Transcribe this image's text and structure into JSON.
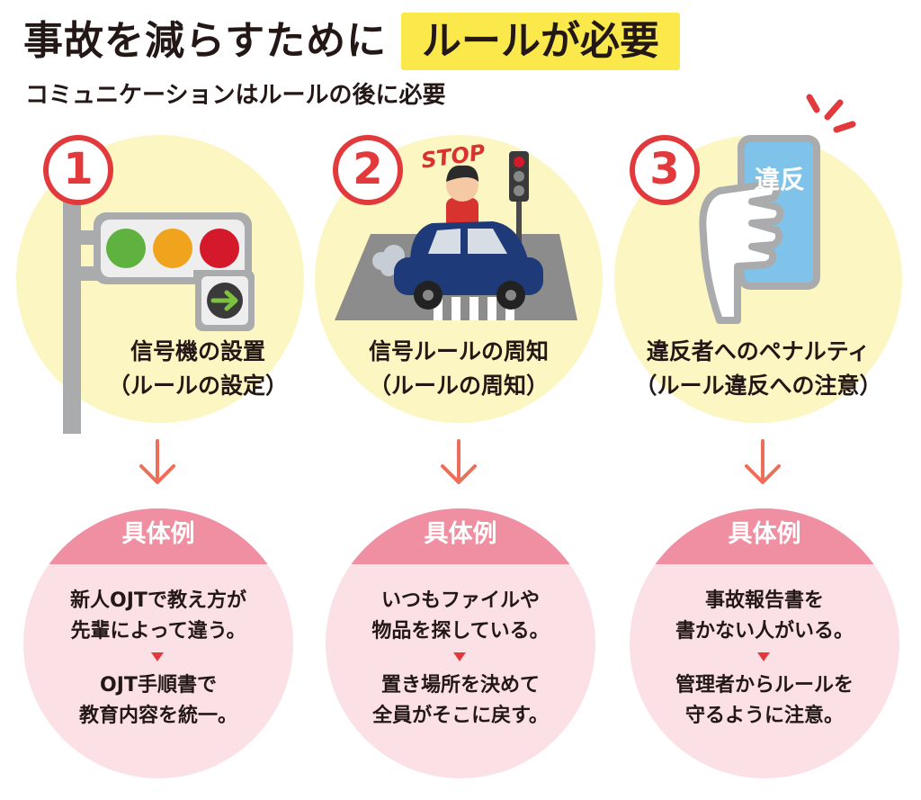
{
  "header": {
    "title": "事故を減らすために",
    "highlight": "ルールが必要",
    "subtitle": "コミュニケーションはルールの後に必要"
  },
  "steps": [
    {
      "number": "1",
      "line1": "信号機の設置",
      "line2": "（ルールの設定）"
    },
    {
      "number": "2",
      "line1": "信号ルールの周知",
      "line2": "（ルールの周知）",
      "stop_label": "STOP"
    },
    {
      "number": "3",
      "line1": "違反者へのペナルティ",
      "line2": "（ルール違反への注意）",
      "card_label": "違反"
    }
  ],
  "examples": [
    {
      "caption": "具体例",
      "problem": [
        "新人OJTで教え方が",
        "先輩によって違う。"
      ],
      "solution": [
        "OJT手順書で",
        "教育内容を統一。"
      ]
    },
    {
      "caption": "具体例",
      "problem": [
        "いつもファイルや",
        "物品を探している。"
      ],
      "solution": [
        "置き場所を決めて",
        "全員がそこに戻す。"
      ]
    },
    {
      "caption": "具体例",
      "problem": [
        "事故報告書を",
        "書かない人がいる。"
      ],
      "solution": [
        "管理者からルールを",
        "守るように注意。"
      ]
    }
  ],
  "colors": {
    "accent_red": "#e23a3c",
    "highlight_yellow": "#fbe94c",
    "circle_yellow": "#fcf6c2",
    "example_pink": "#fbe1e6",
    "caption_pink": "#f08ea2"
  }
}
